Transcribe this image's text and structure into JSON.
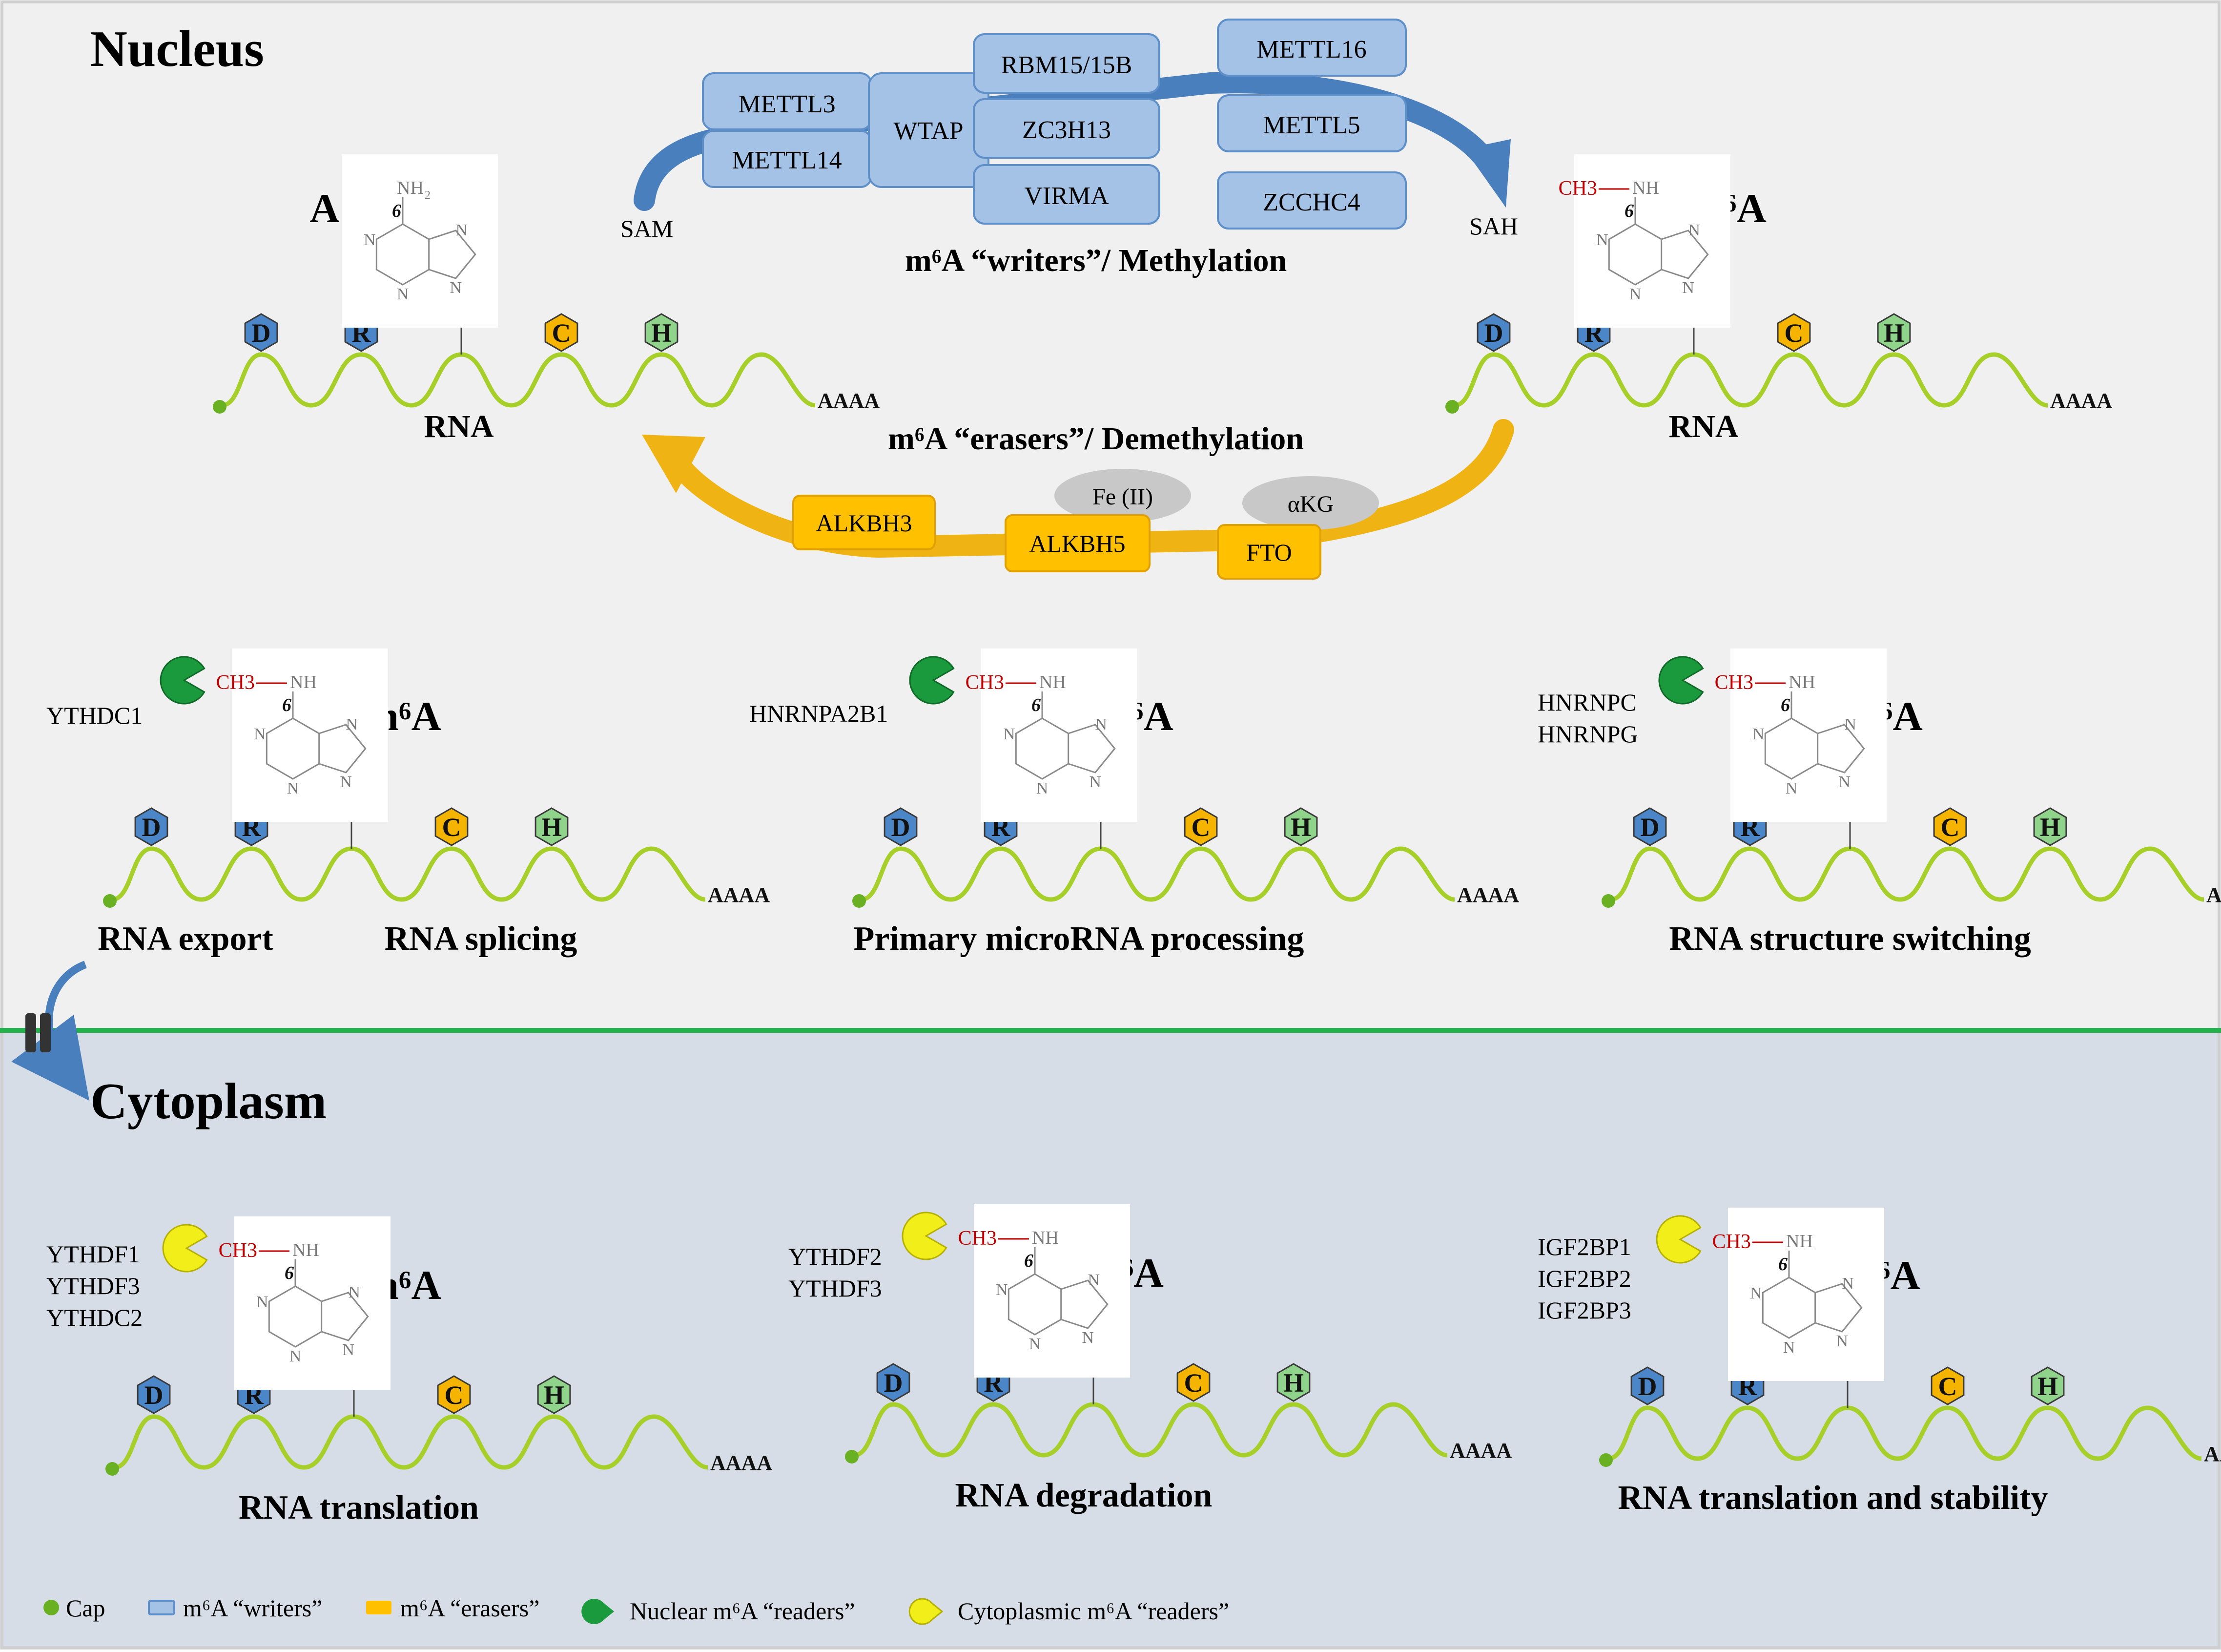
{
  "regions": {
    "nucleus_label": "Nucleus",
    "cytoplasm_label": "Cytoplasm"
  },
  "colors": {
    "nucleus_bg": "#f0f0f0",
    "cytoplasm_bg": "#d6dde6",
    "membrane": "#22b14c",
    "writer_fill": "#a4c2e6",
    "writer_stroke": "#5f8fc8",
    "eraser_fill": "#ffc000",
    "eraser_stroke": "#e0a100",
    "cofactor": "#c8c8c8",
    "nuclear_reader": "#1a9a3c",
    "cyto_reader": "#f2ee1a",
    "methyl_text": "#c00000",
    "rna_strand": "#a6cf2a",
    "cap": "#6ab023",
    "hex_D": "#4a86c8",
    "hex_R": "#4a86c8",
    "hex_C": "#f5b400",
    "hex_H": "#8fd48a",
    "arrow_writer": "#4a7fbd",
    "arrow_eraser": "#efb313"
  },
  "icons": {
    "cap": "cap-dot-icon",
    "nuclear_reader": "green-pacman-icon",
    "cyto_reader": "yellow-pacman-icon",
    "nuclear_pore": "nuclear-pore-icon",
    "export_arrow": "curved-export-arrow-icon"
  },
  "molecule": {
    "amine_label": "NH",
    "amine_sub": "2",
    "methylamine_label": "NH",
    "n_label": "N",
    "position_label": "6",
    "methyl_label": "CH3"
  },
  "rna_strand": {
    "motif": [
      "D",
      "R",
      "C",
      "H"
    ],
    "polyA_label": "AAAA"
  },
  "writers": {
    "caption": "m⁶A “writers”/ Methylation",
    "substrate_label": "SAM",
    "product_label": "SAH",
    "proteins": [
      "METTL3",
      "METTL14",
      "WTAP",
      "RBM15/15B",
      "ZC3H13",
      "VIRMA",
      "METTL16",
      "METTL5",
      "ZCCHC4"
    ]
  },
  "erasers": {
    "caption": "m⁶A “erasers”/ Demethylation",
    "proteins": [
      "ALKBH3",
      "ALKBH5",
      "FTO"
    ],
    "cofactors": [
      "Fe (II)",
      "αKG"
    ]
  },
  "nucleus_top": {
    "unmodified_base_label": "A",
    "modified_base_label": "m⁶A",
    "left_rna_label": "RNA",
    "right_rna_label": "RNA"
  },
  "nuclear_panels": [
    {
      "readers": [
        "YTHDC1"
      ],
      "base_label": "m⁶A",
      "functions": [
        "RNA export",
        "RNA splicing"
      ]
    },
    {
      "readers": [
        "HNRNPA2B1"
      ],
      "base_label": "m⁶A",
      "functions": [
        "Primary microRNA processing"
      ]
    },
    {
      "readers": [
        "HNRNPC",
        "HNRNPG"
      ],
      "base_label": "m⁶A",
      "functions": [
        "RNA structure  switching"
      ]
    }
  ],
  "cytoplasm_panels": [
    {
      "readers": [
        "YTHDF1",
        "YTHDF3",
        "YTHDC2"
      ],
      "base_label": "m⁶A",
      "function": "RNA translation"
    },
    {
      "readers": [
        "YTHDF2",
        "YTHDF3"
      ],
      "base_label": "m⁶A",
      "function": "RNA  degradation"
    },
    {
      "readers": [
        "IGF2BP1",
        "IGF2BP2",
        "IGF2BP3"
      ],
      "base_label": "m⁶A",
      "function": "RNA translation and stability"
    }
  ],
  "legend": {
    "items": [
      {
        "label": "Cap",
        "icon": "cap-dot-icon"
      },
      {
        "label": "m⁶A “writers”",
        "icon": "writer-box-icon"
      },
      {
        "label": "m⁶A “erasers”",
        "icon": "eraser-box-icon"
      },
      {
        "label": "Nuclear m⁶A “readers”",
        "icon": "green-pacman-icon"
      },
      {
        "label": "Cytoplasmic m⁶A “readers”",
        "icon": "yellow-pacman-icon"
      }
    ]
  }
}
